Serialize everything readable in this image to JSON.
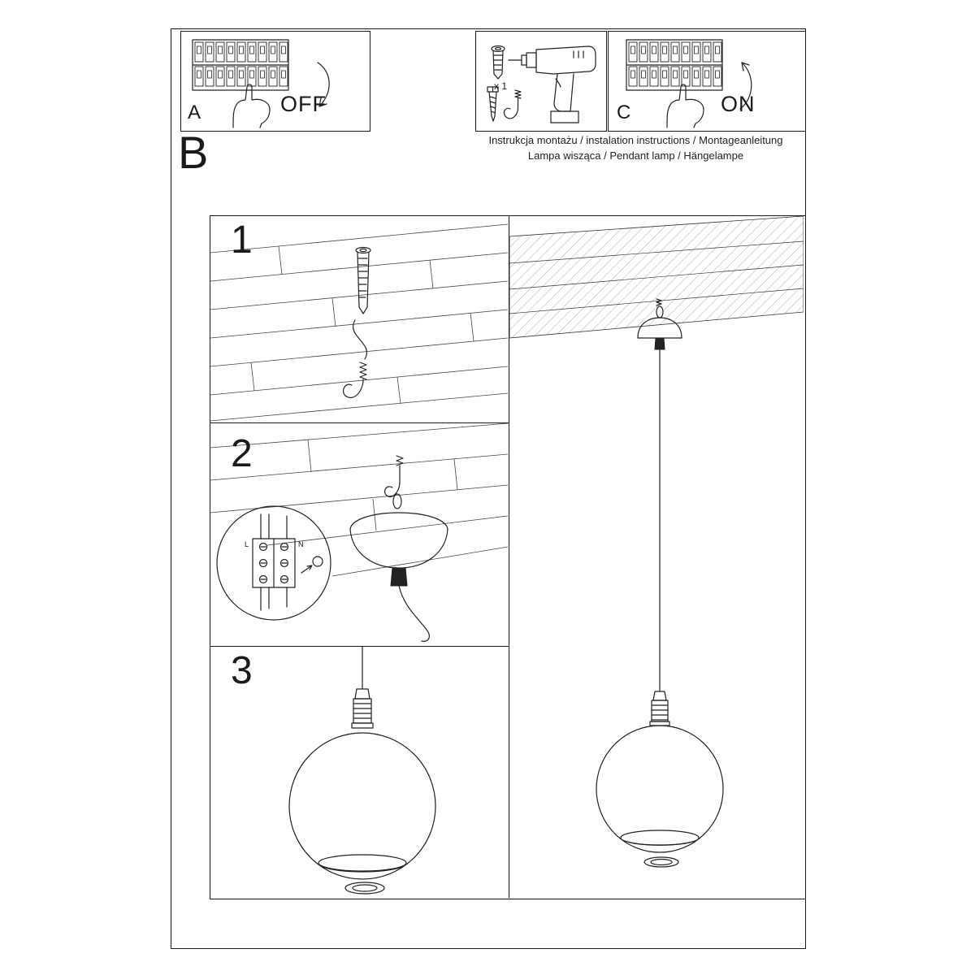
{
  "doc": {
    "panel_a": {
      "label": "A",
      "action": "OFF"
    },
    "panel_tools": {
      "anchor_count": "x 1"
    },
    "panel_c": {
      "label": "C",
      "action": "ON"
    },
    "titles": {
      "line1": "Instrukcja montażu / instalation instructions / Montageanleitung",
      "line2": "Lampa wisząca / Pendant lamp / Hängelampe"
    },
    "section_label": "B",
    "steps": {
      "one": "1",
      "two": "2",
      "three": "3"
    },
    "wiring": {
      "l": "L",
      "n": "N"
    },
    "colors": {
      "ink": "#1a1a1a",
      "paper": "#ffffff"
    }
  }
}
